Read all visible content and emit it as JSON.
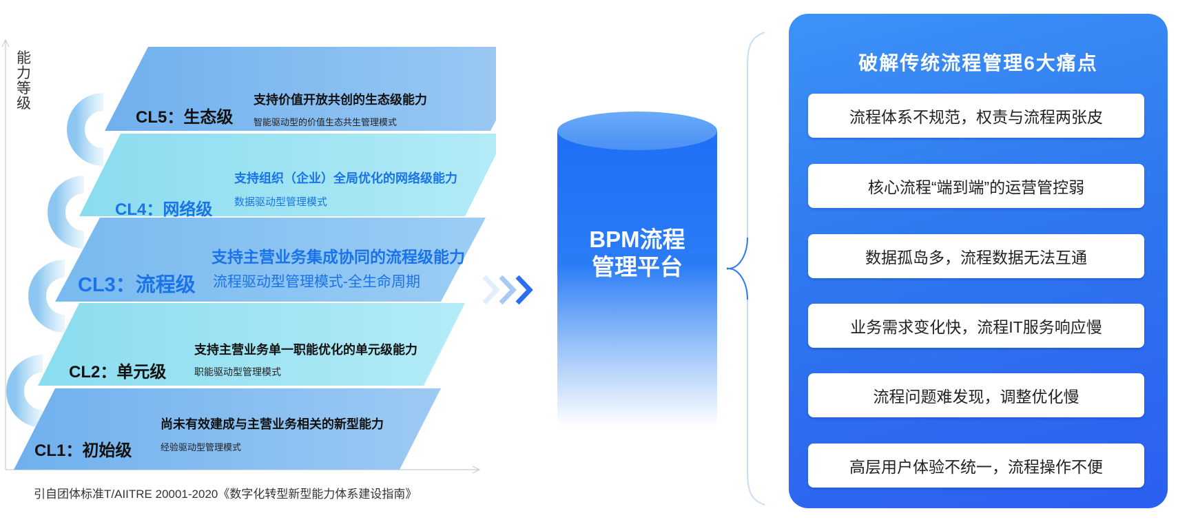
{
  "axis": {
    "y_label": "能力等级"
  },
  "levels": [
    {
      "code": "CL5：生态级",
      "title": "支持价值开放共创的生态级能力",
      "desc": "智能驱动型的价值生态共生管理模式"
    },
    {
      "code": "CL4：网络级",
      "title": "支持组织（企业）全局优化的网络级能力",
      "desc": "数据驱动型管理模式"
    },
    {
      "code": "CL3：流程级",
      "title": "支持主营业务集成协同的流程级能力",
      "desc": "流程驱动型管理模式-全生命周期"
    },
    {
      "code": "CL2：单元级",
      "title": "支持主营业务单一职能优化的单元级能力",
      "desc": "职能驱动型管理模式"
    },
    {
      "code": "CL1：初始级",
      "title": "尚未有效建成与主营业务相关的新型能力",
      "desc": "经验驱动型管理模式"
    }
  ],
  "source_note": "引自团体标准T/AIITRE 20001-2020《数字化转型新型能力体系建设指南》",
  "platform": {
    "line1": "BPM流程",
    "line2": "管理平台"
  },
  "pain_points": {
    "title": "破解传统流程管理6大痛点",
    "items": [
      "流程体系不规范，权责与流程两张皮",
      "核心流程“端到端”的运营管控弱",
      "数据孤岛多，流程数据无法互通",
      "业务需求变化快，流程IT服务响应慢",
      "流程问题难发现，调整优化慢",
      "高层用户体验不统一，流程操作不便"
    ]
  },
  "colors": {
    "accent": "#2f78f0",
    "highlight_text": "#1a73e8",
    "level_light": "#a9e6f4",
    "level_mid": "#7fc4f2"
  }
}
